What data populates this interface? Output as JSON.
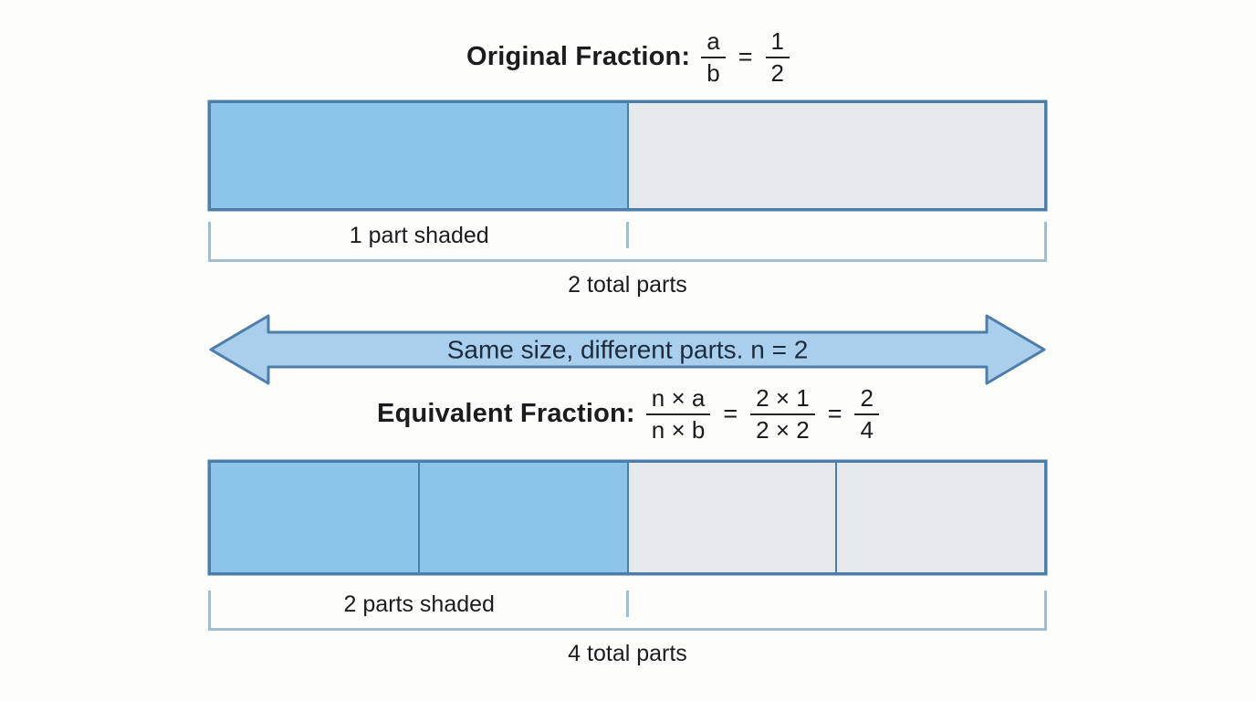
{
  "colors": {
    "background": "#fdfdfc",
    "shaded_fill": "#8dc4e9",
    "unshaded_fill": "#e6e9ec",
    "bar_border": "#4d7ea9",
    "arrow_fill": "#a9cfec",
    "arrow_border": "#4d7ea9",
    "arrow_text": "#1d2b3c",
    "bracket": "#a7bcc9",
    "text": "#1c1c1e"
  },
  "original_section": {
    "heading_label": "Original Fraction:",
    "symbolic_fraction": {
      "numerator": "a",
      "denominator": "b"
    },
    "equals": "=",
    "numeric_fraction": {
      "numerator": "1",
      "denominator": "2"
    },
    "bar": {
      "total_parts": 2,
      "shaded_parts": 1
    },
    "shaded_label": "1 part shaded",
    "total_label": "2 total parts"
  },
  "arrow": {
    "label": "Same size, different parts. n = 2"
  },
  "equivalent_section": {
    "heading_label": "Equivalent Fraction:",
    "symbolic_fraction": {
      "numerator": "n × a",
      "denominator": "n × b"
    },
    "equals_1": "=",
    "substituted_fraction": {
      "numerator": "2 × 1",
      "denominator": "2 × 2"
    },
    "equals_2": "=",
    "result_fraction": {
      "numerator": "2",
      "denominator": "4"
    },
    "bar": {
      "total_parts": 4,
      "shaded_parts": 2
    },
    "shaded_label": "2 parts shaded",
    "total_label": "4 total parts"
  }
}
